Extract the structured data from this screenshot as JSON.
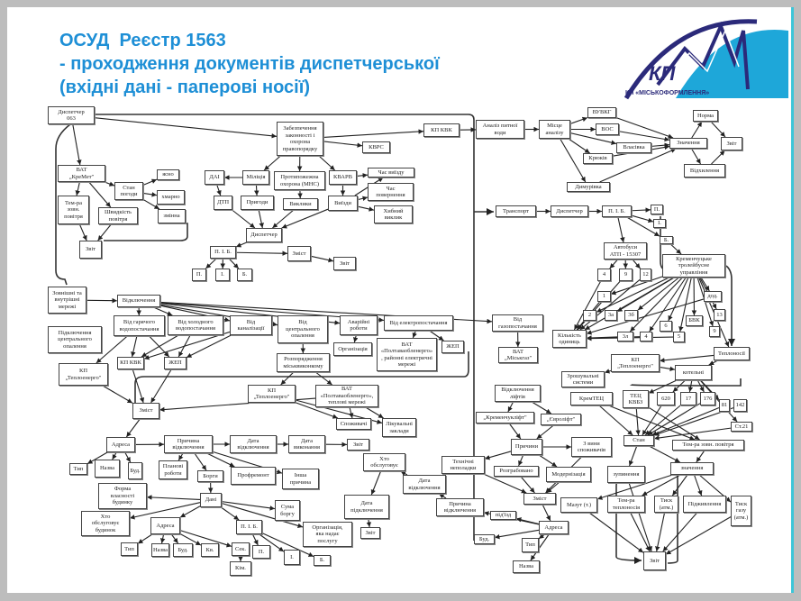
{
  "title": {
    "line1": "ОСУД  Реєстр 1563",
    "line2": "- проходження документів диспетчерської",
    "line3": "(вхідні дані - паперові носії)"
  },
  "logo": {
    "mark": "КП",
    "caption": "КП «МІСЬКОФОРМЛЕННЯ»",
    "colors": {
      "navy": "#2b2a7a",
      "cyan": "#1ea7d9"
    }
  },
  "nodes": [
    {
      "id": "disp063",
      "label": "Диспетчер\n063"
    },
    {
      "id": "zabezp",
      "label": "Забезпечення\nзаконності і\nохорона\nправопорядку"
    },
    {
      "id": "kpkvk",
      "label": "КП КВК"
    },
    {
      "id": "kvrs",
      "label": "КВРС"
    },
    {
      "id": "vatkremet",
      "label": "ВАТ\n„КреМет\""
    },
    {
      "id": "stanpog",
      "label": "Стан\nпогоди"
    },
    {
      "id": "yasno",
      "label": "ясно"
    },
    {
      "id": "hmarno",
      "label": "хмарно"
    },
    {
      "id": "zminna",
      "label": "змінна"
    },
    {
      "id": "tempzovn",
      "label": "Тем-ра\nзовн.\nповітря"
    },
    {
      "id": "shvyd",
      "label": "Швидкість\nповітря"
    },
    {
      "id": "zvit1",
      "label": "Звіт"
    },
    {
      "id": "dai",
      "label": "ДАІ"
    },
    {
      "id": "militsia",
      "label": "Міліція"
    },
    {
      "id": "mns",
      "label": "Протипожежна\nохорона (МНС)"
    },
    {
      "id": "kvarv",
      "label": "КВАРВ"
    },
    {
      "id": "chasvyizdu",
      "label": "Час виїзду"
    },
    {
      "id": "chaspov",
      "label": "Час\nповернення"
    },
    {
      "id": "hybnyi",
      "label": "Хибний\nвиклик"
    },
    {
      "id": "dtp",
      "label": "ДТП"
    },
    {
      "id": "pryhody",
      "label": "Пригоди"
    },
    {
      "id": "vyklyky",
      "label": "Виклики"
    },
    {
      "id": "vyizdy",
      "label": "Виїзди"
    },
    {
      "id": "disp2",
      "label": "Диспетчер"
    },
    {
      "id": "pib1",
      "label": "П. І. Б."
    },
    {
      "id": "zmist1",
      "label": "Зміст"
    },
    {
      "id": "zvit2",
      "label": "Звіт"
    },
    {
      "id": "p1",
      "label": "П."
    },
    {
      "id": "i1",
      "label": "І."
    },
    {
      "id": "b1",
      "label": "Б."
    },
    {
      "id": "analiz",
      "label": "Аналіз питної\nводи"
    },
    {
      "id": "mistse",
      "label": "Місце\nаналізу"
    },
    {
      "id": "vuvkg",
      "label": "ВУВКГ"
    },
    {
      "id": "vos",
      "label": "ВОС"
    },
    {
      "id": "vlasivka",
      "label": "Власівка"
    },
    {
      "id": "kriukiv",
      "label": "Крюків"
    },
    {
      "id": "dymurivka",
      "label": "Димурівка"
    },
    {
      "id": "znach",
      "label": "Значення"
    },
    {
      "id": "norma",
      "label": "Норма"
    },
    {
      "id": "zvit3",
      "label": "Звіт"
    },
    {
      "id": "vidhyl",
      "label": "Відхилення"
    },
    {
      "id": "transport",
      "label": "Транспорт"
    },
    {
      "id": "disp3",
      "label": "Диспетчер"
    },
    {
      "id": "pib2",
      "label": "П. І. Б."
    },
    {
      "id": "p2",
      "label": "П."
    },
    {
      "id": "i2",
      "label": "І."
    },
    {
      "id": "b2",
      "label": "Б."
    },
    {
      "id": "avtobusy",
      "label": "Автобуси\nАТП - 15307"
    },
    {
      "id": "troleib",
      "label": "Кременчуцьке\nтролейбусне\nуправління"
    },
    {
      "id": "r4",
      "label": "4"
    },
    {
      "id": "r9",
      "label": "9"
    },
    {
      "id": "r12",
      "label": "12"
    },
    {
      "id": "t1",
      "label": "1"
    },
    {
      "id": "t2",
      "label": "2"
    },
    {
      "id": "t3a",
      "label": "3а"
    },
    {
      "id": "t3b",
      "label": "3б"
    },
    {
      "id": "tdod",
      "label": "дод."
    },
    {
      "id": "t13",
      "label": "13"
    },
    {
      "id": "tbvk",
      "label": "БВК"
    },
    {
      "id": "t6",
      "label": "6"
    },
    {
      "id": "t9",
      "label": "9"
    },
    {
      "id": "kilkist",
      "label": "Кількість\nодиниць"
    },
    {
      "id": "t3l",
      "label": "3л"
    },
    {
      "id": "t4",
      "label": "4"
    },
    {
      "id": "t5",
      "label": "5"
    },
    {
      "id": "teplonosii",
      "label": "Теплоносії"
    },
    {
      "id": "kpteplo3",
      "label": "КП\n„Теплоенерго\""
    },
    {
      "id": "kotelni",
      "label": "котельні"
    },
    {
      "id": "zroshuv",
      "label": "Зрошувальні\nсистеми"
    },
    {
      "id": "kremtec",
      "label": "КремТЕЦ"
    },
    {
      "id": "teckvbz",
      "label": "ТЕЦ\nКВБЗ"
    },
    {
      "id": "k620",
      "label": "620"
    },
    {
      "id": "k17",
      "label": "17"
    },
    {
      "id": "k176",
      "label": "176"
    },
    {
      "id": "k81",
      "label": "81"
    },
    {
      "id": "k142",
      "label": "142"
    },
    {
      "id": "st21",
      "label": "Ст.21"
    },
    {
      "id": "stan",
      "label": "Стан"
    },
    {
      "id": "temp2",
      "label": "Тем-ра зовн. повітря"
    },
    {
      "id": "zupyn",
      "label": "зупинення"
    },
    {
      "id": "znach2",
      "label": "значення"
    },
    {
      "id": "mazut",
      "label": "Мазут (т.)"
    },
    {
      "id": "temptepl",
      "label": "Тем-ра\nтеплоносія"
    },
    {
      "id": "tysk",
      "label": "Тиск\n(атм.)"
    },
    {
      "id": "pidzhyv",
      "label": "Підживлення"
    },
    {
      "id": "tyskgazu",
      "label": "Тиск\nгазу\n(атм.)"
    },
    {
      "id": "zvit6",
      "label": "Звіт"
    },
    {
      "id": "zovn",
      "label": "Зовнішні та\nвнутрішні\nмережі"
    },
    {
      "id": "vidkl",
      "label": "Відключення"
    },
    {
      "id": "vidgar",
      "label": "Від гарячого\nводопостачання"
    },
    {
      "id": "vidhol",
      "label": "Від холодного\nводопостачання"
    },
    {
      "id": "vidkan",
      "label": "Від\nканалізації"
    },
    {
      "id": "vidtsentr",
      "label": "Від\nцентрального\nопалення"
    },
    {
      "id": "avar",
      "label": "Аварійні\nроботи"
    },
    {
      "id": "videl",
      "label": "Від електропостачання"
    },
    {
      "id": "vidgaz",
      "label": "Від\nгазопостачання"
    },
    {
      "id": "pidkl",
      "label": "Підключення\nцентрального\nопалення"
    },
    {
      "id": "kpkvk2",
      "label": "КП КВК"
    },
    {
      "id": "zhep1",
      "label": "ЖЕП"
    },
    {
      "id": "kpteplo1",
      "label": "КП\n„Теплоенерго\""
    },
    {
      "id": "rozpor",
      "label": "Розпорядження\nміськвиконкому"
    },
    {
      "id": "organiz",
      "label": "Організація"
    },
    {
      "id": "vatpoltel",
      "label": "ВАТ\n«Полтаваобленерго»\n, районні електричні\nмережі"
    },
    {
      "id": "zhep2",
      "label": "ЖЕП"
    },
    {
      "id": "vatmisk",
      "label": "ВАТ\n„Міськгаз\""
    },
    {
      "id": "zmist2",
      "label": "Зміст"
    },
    {
      "id": "kpteplo2",
      "label": "КП\n„Теплоенерго\""
    },
    {
      "id": "vatpolttepl",
      "label": "ВАТ\n«Полтаваобленерго»,\nтеплові мережі"
    },
    {
      "id": "spozh",
      "label": "Споживачі"
    },
    {
      "id": "likuv",
      "label": "Лікувальні\nзаклади"
    },
    {
      "id": "vidkllift",
      "label": "Відключення\nліфтів"
    },
    {
      "id": "kremlift",
      "label": "„Кременчукліфт\""
    },
    {
      "id": "evrolift",
      "label": "„Євроліфт\""
    },
    {
      "id": "prychyny",
      "label": "Причини"
    },
    {
      "id": "zvyny",
      "label": "З вини\nспоживачів"
    },
    {
      "id": "tekhn",
      "label": "Технічні\nнеполадки"
    },
    {
      "id": "rozgr",
      "label": "Розграбовано"
    },
    {
      "id": "modern",
      "label": "Модернізація"
    },
    {
      "id": "zmist3",
      "label": "Зміст"
    },
    {
      "id": "datavidkl2",
      "label": "Дата\nвідключення"
    },
    {
      "id": "prych2",
      "label": "Причина\nвідключення"
    },
    {
      "id": "pidizd",
      "label": "під'їзд"
    },
    {
      "id": "adresa3",
      "label": "Адреса"
    },
    {
      "id": "bud3",
      "label": "Буд."
    },
    {
      "id": "typ3",
      "label": "Тип"
    },
    {
      "id": "nazva3",
      "label": "Назва"
    },
    {
      "id": "khto2",
      "label": "Хто\nобслуговує"
    },
    {
      "id": "datapidkl",
      "label": "Дата\nпідключення"
    },
    {
      "id": "zvit5",
      "label": "Звіт"
    },
    {
      "id": "adresa1",
      "label": "Адреса"
    },
    {
      "id": "prych1",
      "label": "Причина\nвідключення"
    },
    {
      "id": "datavidkl1",
      "label": "Дата\nвідключення"
    },
    {
      "id": "datavyk",
      "label": "Дата\nвиконання"
    },
    {
      "id": "zvit4",
      "label": "Звіт"
    },
    {
      "id": "typ1",
      "label": "Тип"
    },
    {
      "id": "nazva1",
      "label": "Назва"
    },
    {
      "id": "bud1",
      "label": "Буд."
    },
    {
      "id": "planovi",
      "label": "Планові\nроботи"
    },
    {
      "id": "borgy",
      "label": "Борги"
    },
    {
      "id": "profrem",
      "label": "Профремонт"
    },
    {
      "id": "insha",
      "label": "Інша\nпричина"
    },
    {
      "id": "forma",
      "label": "Форма\nвласності\nбудинку"
    },
    {
      "id": "dani",
      "label": "Дані"
    },
    {
      "id": "suma",
      "label": "Сума\nборгу"
    },
    {
      "id": "khto1",
      "label": "Хто\nобслуговує\nбудинок"
    },
    {
      "id": "adresa2",
      "label": "Адреса"
    },
    {
      "id": "pib3",
      "label": "П. І. Б."
    },
    {
      "id": "org",
      "label": "Організація,\nяка надає\nпослугу"
    },
    {
      "id": "typ2",
      "label": "Тип"
    },
    {
      "id": "nazva2",
      "label": "Назва"
    },
    {
      "id": "bud2",
      "label": "Буд."
    },
    {
      "id": "kv",
      "label": "Кв."
    },
    {
      "id": "sek",
      "label": "Сек."
    },
    {
      "id": "kim",
      "label": "Кім."
    },
    {
      "id": "p3",
      "label": "П."
    },
    {
      "id": "i3",
      "label": "І."
    },
    {
      "id": "b3",
      "label": "Б."
    }
  ],
  "edges": [
    [
      "disp063",
      "zabezp"
    ],
    [
      "disp063",
      "vatkremet"
    ],
    [
      "zabezp",
      "kpkvk"
    ],
    [
      "zabezp",
      "kvrs"
    ],
    [
      "vatkremet",
      "tempzovn"
    ],
    [
      "vatkremet",
      "shvyd"
    ],
    [
      "vatkremet",
      "stanpog"
    ],
    [
      "stanpog",
      "yasno"
    ],
    [
      "stanpog",
      "hmarno"
    ],
    [
      "stanpog",
      "zminna"
    ],
    [
      "tempzovn",
      "zvit1"
    ],
    [
      "shvyd",
      "zvit1"
    ],
    [
      "zabezp",
      "militsia"
    ],
    [
      "zabezp",
      "mns"
    ],
    [
      "zabezp",
      "kvarv"
    ],
    [
      "militsia",
      "dai"
    ],
    [
      "dai",
      "dtp"
    ],
    [
      "militsia",
      "pryhody"
    ],
    [
      "mns",
      "vyklyky"
    ],
    [
      "kvarv",
      "vyizdy"
    ],
    [
      "kvarv",
      "chasvyizdu"
    ],
    [
      "vyizdy",
      "chasvyizdu"
    ],
    [
      "vyizdy",
      "chaspov"
    ],
    [
      "vyizdy",
      "hybnyi"
    ],
    [
      "dtp",
      "disp2"
    ],
    [
      "pryhody",
      "disp2"
    ],
    [
      "vyklyky",
      "disp2"
    ],
    [
      "vyizdy",
      "disp2"
    ],
    [
      "disp2",
      "pib1"
    ],
    [
      "pib1",
      "zmist1"
    ],
    [
      "zmist1",
      "zvit2"
    ],
    [
      "pib1",
      "p1"
    ],
    [
      "pib1",
      "i1"
    ],
    [
      "pib1",
      "b1"
    ],
    [
      "kpkvk",
      "analiz"
    ],
    [
      "analiz",
      "mistse"
    ],
    [
      "mistse",
      "vuvkg"
    ],
    [
      "mistse",
      "vos"
    ],
    [
      "mistse",
      "vlasivka"
    ],
    [
      "mistse",
      "kriukiv"
    ],
    [
      "mistse",
      "dymurivka"
    ],
    [
      "vuvkg",
      "znach"
    ],
    [
      "vos",
      "znach"
    ],
    [
      "vlasivka",
      "znach"
    ],
    [
      "kriukiv",
      "znach"
    ],
    [
      "dymurivka",
      "znach"
    ],
    [
      "znach",
      "norma"
    ],
    [
      "znach",
      "vidhyl"
    ],
    [
      "norma",
      "zvit3"
    ],
    [
      "vidhyl",
      "zvit3"
    ],
    [
      "transport",
      "disp3"
    ],
    [
      "disp3",
      "pib2"
    ],
    [
      "pib2",
      "p2"
    ],
    [
      "pib2",
      "i2"
    ],
    [
      "pib2",
      "b2"
    ],
    [
      "pib2",
      "avtobusy"
    ],
    [
      "b2",
      "troleib"
    ],
    [
      "avtobusy",
      "r4"
    ],
    [
      "avtobusy",
      "r9"
    ],
    [
      "avtobusy",
      "r12"
    ],
    [
      "troleib",
      "t1"
    ],
    [
      "troleib",
      "t2"
    ],
    [
      "troleib",
      "t3a"
    ],
    [
      "troleib",
      "t3b"
    ],
    [
      "troleib",
      "tdod"
    ],
    [
      "troleib",
      "t13"
    ],
    [
      "troleib",
      "tbvk"
    ],
    [
      "troleib",
      "t6"
    ],
    [
      "troleib",
      "t9"
    ],
    [
      "troleib",
      "t3l"
    ],
    [
      "troleib",
      "t4"
    ],
    [
      "troleib",
      "t5"
    ],
    [
      "troleib",
      "kilkist"
    ],
    [
      "r4",
      "kilkist"
    ],
    [
      "r9",
      "kilkist"
    ],
    [
      "r12",
      "kilkist"
    ],
    [
      "t1",
      "kilkist"
    ],
    [
      "t2",
      "kilkist"
    ],
    [
      "t3l",
      "kilkist"
    ],
    [
      "t4",
      "kilkist"
    ],
    [
      "t5",
      "kilkist"
    ],
    [
      "tdod",
      "kilkist"
    ],
    [
      "troleib",
      "teplonosii"
    ],
    [
      "teplonosii",
      "kpteplo3"
    ],
    [
      "teplonosii",
      "kotelni"
    ],
    [
      "kpteplo3",
      "kotelni"
    ],
    [
      "kpteplo3",
      "zroshuv"
    ],
    [
      "kotelni",
      "teckvbz"
    ],
    [
      "kotelni",
      "k620"
    ],
    [
      "kotelni",
      "k17"
    ],
    [
      "kotelni",
      "k176"
    ],
    [
      "kotelni",
      "k81"
    ],
    [
      "kotelni",
      "st21"
    ],
    [
      "kremtec",
      "stan"
    ],
    [
      "teckvbz",
      "stan"
    ],
    [
      "k620",
      "stan"
    ],
    [
      "k17",
      "stan"
    ],
    [
      "k176",
      "stan"
    ],
    [
      "k81",
      "stan"
    ],
    [
      "k142",
      "stan"
    ],
    [
      "st21",
      "stan"
    ],
    [
      "kremtec",
      "temp2"
    ],
    [
      "teckvbz",
      "temp2"
    ],
    [
      "stan",
      "zupyn"
    ],
    [
      "stan",
      "znach2"
    ],
    [
      "temp2",
      "znach2"
    ],
    [
      "znach2",
      "mazut"
    ],
    [
      "znach2",
      "temptepl"
    ],
    [
      "znach2",
      "tysk"
    ],
    [
      "znach2",
      "pidzhyv"
    ],
    [
      "znach2",
      "tyskgazu"
    ],
    [
      "mazut",
      "zvit6"
    ],
    [
      "temptepl",
      "zvit6"
    ],
    [
      "tysk",
      "zvit6"
    ],
    [
      "pidzhyv",
      "zvit6"
    ],
    [
      "tyskgazu",
      "zvit6"
    ],
    [
      "zupyn",
      "zvit6"
    ],
    [
      "zovn",
      "vidkl"
    ],
    [
      "vidkl",
      "vidgar"
    ],
    [
      "vidkl",
      "vidhol"
    ],
    [
      "vidkl",
      "vidkan"
    ],
    [
      "vidkl",
      "vidtsentr"
    ],
    [
      "vidkl",
      "avar"
    ],
    [
      "vidkl",
      "videl"
    ],
    [
      "vidkl",
      "vidgaz"
    ],
    [
      "vidgar",
      "kpkvk2"
    ],
    [
      "vidgar",
      "zhep1"
    ],
    [
      "vidgar",
      "kpteplo1"
    ],
    [
      "vidhol",
      "kpkvk2"
    ],
    [
      "vidhol",
      "zhep1"
    ],
    [
      "vidkan",
      "kpkvk2"
    ],
    [
      "vidkan",
      "zhep1"
    ],
    [
      "kpkvk2",
      "zmist2"
    ],
    [
      "zhep1",
      "zmist2"
    ],
    [
      "kpteplo1",
      "zmist2"
    ],
    [
      "vidtsentr",
      "rozpor"
    ],
    [
      "rozpor",
      "kpteplo2"
    ],
    [
      "rozpor",
      "vatpolttepl"
    ],
    [
      "avar",
      "organiz"
    ],
    [
      "videl",
      "vatpoltel"
    ],
    [
      "videl",
      "zhep2"
    ],
    [
      "vidgaz",
      "vatmisk"
    ],
    [
      "kpteplo2",
      "spozh"
    ],
    [
      "kpteplo2",
      "likuv"
    ],
    [
      "vatpolttepl",
      "spozh"
    ],
    [
      "vatpolttepl",
      "likuv"
    ],
    [
      "vatpolttepl",
      "zmist2"
    ],
    [
      "zmist2",
      "adresa1"
    ],
    [
      "adresa1",
      "prych1"
    ],
    [
      "prych1",
      "datavidkl1"
    ],
    [
      "datavidkl1",
      "datavyk"
    ],
    [
      "datavyk",
      "zvit4"
    ],
    [
      "adresa1",
      "typ1"
    ],
    [
      "adresa1",
      "nazva1"
    ],
    [
      "adresa1",
      "bud1"
    ],
    [
      "prych1",
      "planovi"
    ],
    [
      "prych1",
      "borgy"
    ],
    [
      "prych1",
      "profrem"
    ],
    [
      "prych1",
      "insha"
    ],
    [
      "borgy",
      "dani"
    ],
    [
      "dani",
      "forma"
    ],
    [
      "dani",
      "khto1"
    ],
    [
      "dani",
      "adresa2"
    ],
    [
      "dani",
      "pib3"
    ],
    [
      "dani",
      "suma"
    ],
    [
      "dani",
      "org"
    ],
    [
      "adresa2",
      "typ2"
    ],
    [
      "adresa2",
      "nazva2"
    ],
    [
      "adresa2",
      "bud2"
    ],
    [
      "adresa2",
      "kv"
    ],
    [
      "adresa2",
      "sek"
    ],
    [
      "sek",
      "kim"
    ],
    [
      "pib3",
      "p3"
    ],
    [
      "pib3",
      "i3"
    ],
    [
      "pib3",
      "b3"
    ],
    [
      "khto2",
      "datapidkl"
    ],
    [
      "datapidkl",
      "zvit5"
    ],
    [
      "datavidkl2",
      "khto2"
    ],
    [
      "vidkllift",
      "kremlift"
    ],
    [
      "vidkllift",
      "evrolift"
    ],
    [
      "kremlift",
      "prychyny"
    ],
    [
      "evrolift",
      "prychyny"
    ],
    [
      "prychyny",
      "tekhn"
    ],
    [
      "prychyny",
      "rozgr"
    ],
    [
      "prychyny",
      "modern"
    ],
    [
      "prychyny",
      "zvyny"
    ],
    [
      "tekhn",
      "zmist3"
    ],
    [
      "rozgr",
      "zmist3"
    ],
    [
      "modern",
      "zmist3"
    ],
    [
      "zvyny",
      "zmist3"
    ],
    [
      "zmist3",
      "adresa3"
    ],
    [
      "adresa3",
      "pidizd"
    ],
    [
      "adresa3",
      "bud3"
    ],
    [
      "adresa3",
      "typ3"
    ],
    [
      "adresa3",
      "nazva3"
    ],
    [
      "adresa3",
      "prych2"
    ],
    [
      "prych2",
      "datavidkl2"
    ]
  ]
}
